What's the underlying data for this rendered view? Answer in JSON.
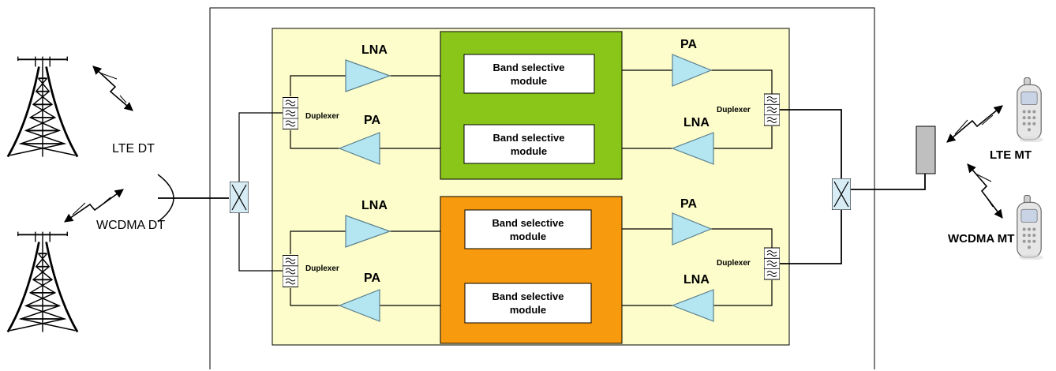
{
  "colors": {
    "outer_panel": "#fdfdcb",
    "lte_block": "#8ac61a",
    "wcdma_block": "#f79a0d",
    "amplifier": "#b4e6f2",
    "coupler": "#d7ecf5",
    "repeater_unit": "#bfbfbf"
  },
  "labels": {
    "lte_dt": "LTE DT",
    "wcdma_dt": "WCDMA DT",
    "lte_mt": "LTE MT",
    "wcdma_mt": "WCDMA MT",
    "lna": "LNA",
    "pa": "PA",
    "duplexer": "Duplexer",
    "module_line1": "Band selective",
    "module_line2": "module"
  },
  "icons": {
    "tower": "cell-tower-icon",
    "phone": "mobile-phone-icon",
    "wireless": "lightning-link-icon",
    "duplexer": "duplexer-filter-icon",
    "coupler": "cross-coupler-icon",
    "amplifier": "triangle-amplifier-icon"
  }
}
